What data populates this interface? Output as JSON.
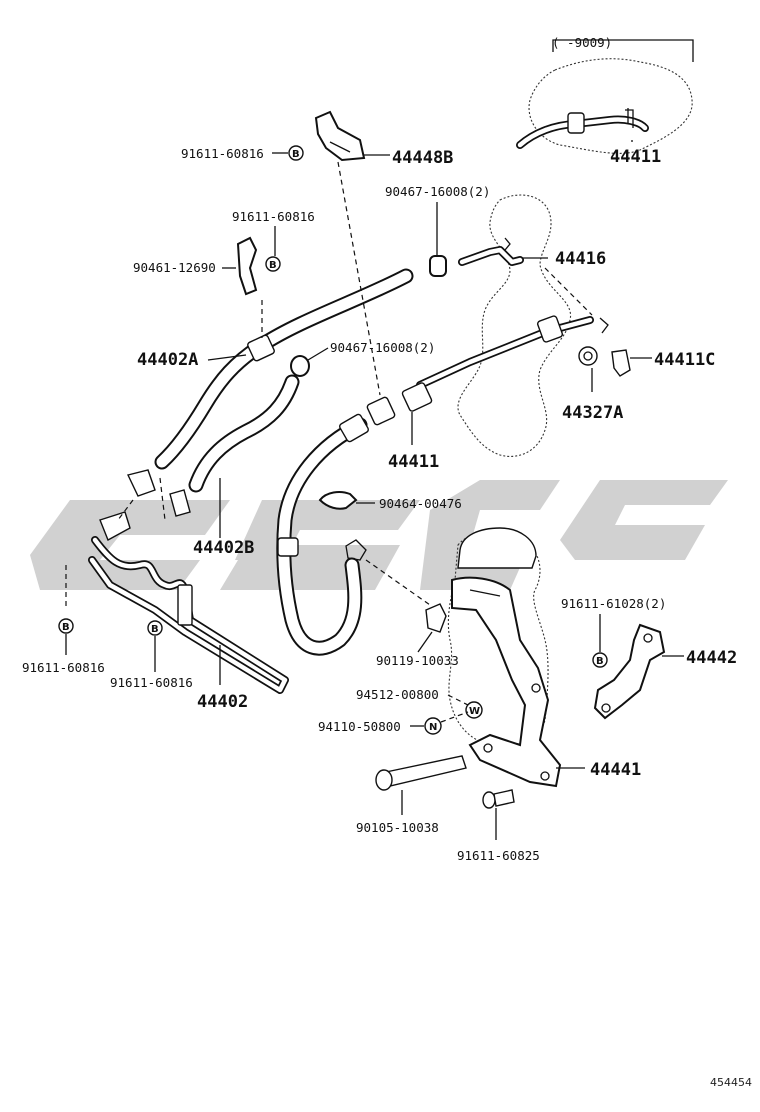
{
  "diagram": {
    "range_note": "(      -9009)",
    "figure_id": "454454",
    "symbols": {
      "bolt_b": "B",
      "nut_n": "N",
      "washer_w": "W"
    },
    "labels": {
      "p91611_60816_top": "91611-60816",
      "p44448b": "44448B",
      "p44411_top": "44411",
      "p90467_16008_a": "90467-16008(2)",
      "p91611_60816_b": "91611-60816",
      "p90461_12690": "90461-12690",
      "p44416": "44416",
      "p90467_16008_b": "90467-16008(2)",
      "p44402a": "44402A",
      "p44411c": "44411C",
      "p44327a": "44327A",
      "p44411_mid": "44411",
      "p90464_00476": "90464-00476",
      "p44402b": "44402B",
      "p91611_61028": "91611-61028(2)",
      "p44442": "44442",
      "p90119_10033": "90119-10033",
      "p91611_60816_left": "91611-60816",
      "p91611_60816_mid": "91611-60816",
      "p44402": "44402",
      "p94512_00800": "94512-00800",
      "p94110_50800": "94110-50800",
      "p44441": "44441",
      "p90105_10038": "90105-10038",
      "p91611_60825": "91611-60825"
    }
  }
}
